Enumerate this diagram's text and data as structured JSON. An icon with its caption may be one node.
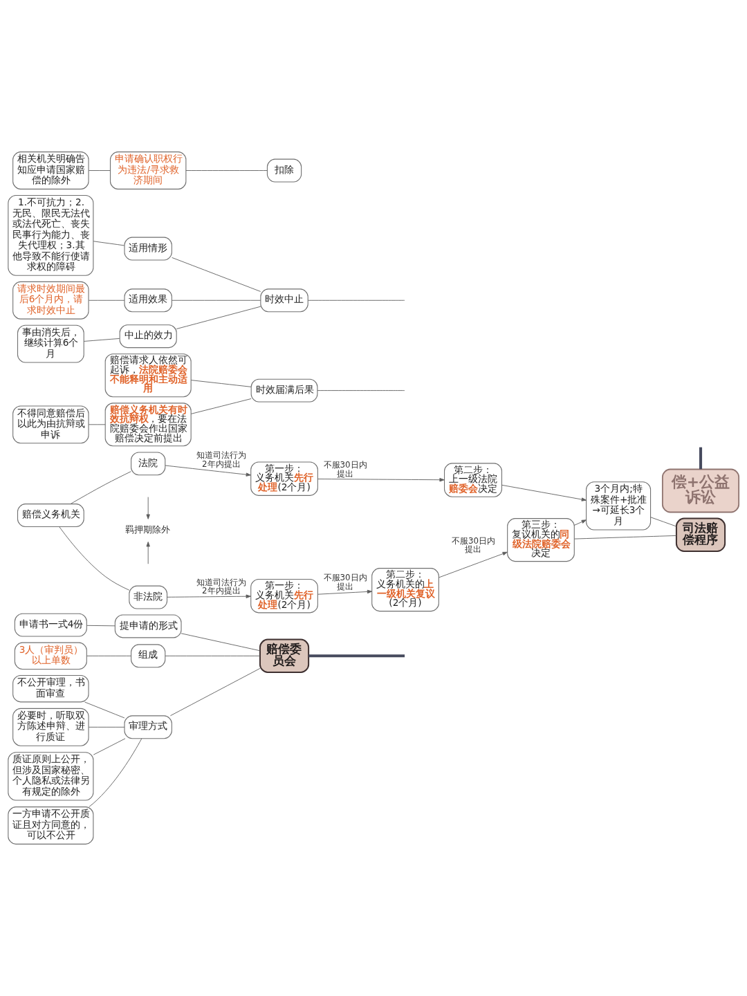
{
  "diagram": {
    "nodes": [
      {
        "text": [
          "相关机关明确告知应申请国家赔偿的除外"
        ]
      },
      {
        "text": [
          "申请确认职权行为违法/寻求救济期间"
        ]
      },
      {
        "text": [
          "扣除"
        ]
      },
      {
        "text": [
          "1.不可抗力；2.无民、限民无法代或法代死亡、丧失民事行为能力、丧失代理权；3.其他导致不能行使请求权的障碍"
        ]
      },
      {
        "text": [
          "适用情形"
        ]
      },
      {
        "text": [
          "请求时效期间最后6个月内，请求时效中止"
        ]
      },
      {
        "text": [
          "适用效果"
        ]
      },
      {
        "text": [
          "时效中止"
        ]
      },
      {
        "text": [
          "事由消失后，继续计算6个月"
        ]
      },
      {
        "text": [
          "中止的效力"
        ]
      },
      {
        "text": [
          "赔偿请求人依然可起诉，**法院赔委会不能释明和主动适用**"
        ]
      },
      {
        "text": [
          "不得同意赔偿后以此为由抗辩或申诉"
        ]
      },
      {
        "text": [
          "**赔偿义务机关有时效抗辩权**，要在法院赔委会作出国家赔偿决定前提出"
        ]
      },
      {
        "text": [
          "时效届满后果"
        ]
      },
      {
        "text": [
          "赔偿义务机关"
        ]
      },
      {
        "text": [
          "法院"
        ]
      },
      {
        "text": [
          "第一步：",
          "义务机关**先行处理**(2个月)"
        ]
      },
      {
        "text": [
          "第二步：",
          "上一级法院**赔委会**决定"
        ]
      },
      {
        "text": [
          "3个月内;特殊案件+批准→可延长3个月"
        ]
      },
      {
        "text": [
          "羁押期除外"
        ]
      },
      {
        "text": [
          "非法院"
        ]
      },
      {
        "text": [
          "第一步：",
          "义务机关**先行处理**(2个月)"
        ]
      },
      {
        "text": [
          "第二步：",
          "义务机关的**上一级机关复议**(2个月)"
        ]
      },
      {
        "text": [
          "第三步：",
          "复议机关的**同级法院赔委会**决定"
        ]
      },
      {
        "text": [
          "司法赔偿程序"
        ]
      },
      {
        "text": [
          "申请书一式4份"
        ]
      },
      {
        "text": [
          "提申请的形式"
        ]
      },
      {
        "text": [
          "3人（审判员）以上单数"
        ]
      },
      {
        "text": [
          "组成"
        ]
      },
      {
        "text": [
          "不公开审理，书面审查"
        ]
      },
      {
        "text": [
          "必要时，听取双方陈述申辩、进行质证"
        ]
      },
      {
        "text": [
          "质证原则上公开，但涉及国家秘密、个人隐私或法律另有规定的除外"
        ]
      },
      {
        "text": [
          "一方申请不公开质证且对方同意的，可以不公开"
        ]
      },
      {
        "text": [
          "审理方式"
        ]
      },
      {
        "text": [
          "赔偿委员会"
        ]
      },
      {
        "text": [
          "偿+公益诉讼"
        ]
      }
    ],
    "edges": [
      {
        "from": 0,
        "to": 1,
        "arrow": "none"
      },
      {
        "from": 1,
        "to": 2,
        "arrow": "none"
      },
      {
        "from": 3,
        "to": 4,
        "arrow": "none"
      },
      {
        "from": 5,
        "to": 6,
        "arrow": "none"
      },
      {
        "from": 8,
        "to": 9,
        "arrow": "none"
      },
      {
        "from": 4,
        "to": 7,
        "arrow": "none"
      },
      {
        "from": 6,
        "to": 7,
        "arrow": "none"
      },
      {
        "from": 9,
        "to": 7,
        "arrow": "none"
      },
      {
        "from": 11,
        "to": 12,
        "arrow": "none"
      },
      {
        "from": 10,
        "to": 13,
        "arrow": "none"
      },
      {
        "from": 12,
        "to": 13,
        "arrow": "none"
      },
      {
        "from": 7,
        "to": null,
        "arrow": "none"
      },
      {
        "from": 13,
        "to": null,
        "arrow": "none"
      },
      {
        "from": 14,
        "to": 15,
        "arrow": "none"
      },
      {
        "from": 14,
        "to": 20,
        "arrow": "none"
      },
      {
        "from": 15,
        "to": 16,
        "arrow": "to",
        "label": "知道司法行为2年内提出"
      },
      {
        "from": 16,
        "to": 17,
        "arrow": "to",
        "label": "不服30日内提出"
      },
      {
        "from": 17,
        "to": 18,
        "arrow": "to"
      },
      {
        "from": null,
        "to": 19,
        "arrow": "to"
      },
      {
        "from": null,
        "to": 19,
        "arrow": "to"
      },
      {
        "from": 20,
        "to": 21,
        "arrow": "to",
        "label": "知道司法行为2年内提出"
      },
      {
        "from": 21,
        "to": 22,
        "arrow": "to",
        "label": "不服30日内提出"
      },
      {
        "from": 22,
        "to": 23,
        "arrow": "to",
        "label": "不服30日内提出"
      },
      {
        "from": 23,
        "to": 18,
        "arrow": "to"
      },
      {
        "from": 18,
        "to": 24,
        "arrow": "none"
      },
      {
        "from": 23,
        "to": 24,
        "arrow": "none"
      },
      {
        "from": 25,
        "to": 26,
        "arrow": "none"
      },
      {
        "from": 27,
        "to": 28,
        "arrow": "none"
      },
      {
        "from": 29,
        "to": 33,
        "arrow": "none"
      },
      {
        "from": 30,
        "to": 33,
        "arrow": "none"
      },
      {
        "from": 31,
        "to": 33,
        "arrow": "none"
      },
      {
        "from": 32,
        "to": 33,
        "arrow": "none"
      },
      {
        "from": 26,
        "to": 34,
        "arrow": "none"
      },
      {
        "from": 28,
        "to": 34,
        "arrow": "none"
      },
      {
        "from": 33,
        "to": 34,
        "arrow": "none"
      },
      {
        "from": 34,
        "to": null,
        "arrow": "none",
        "style": "thick"
      },
      {
        "from": null,
        "to": 35,
        "arrow": "none",
        "style": "thick"
      }
    ]
  }
}
